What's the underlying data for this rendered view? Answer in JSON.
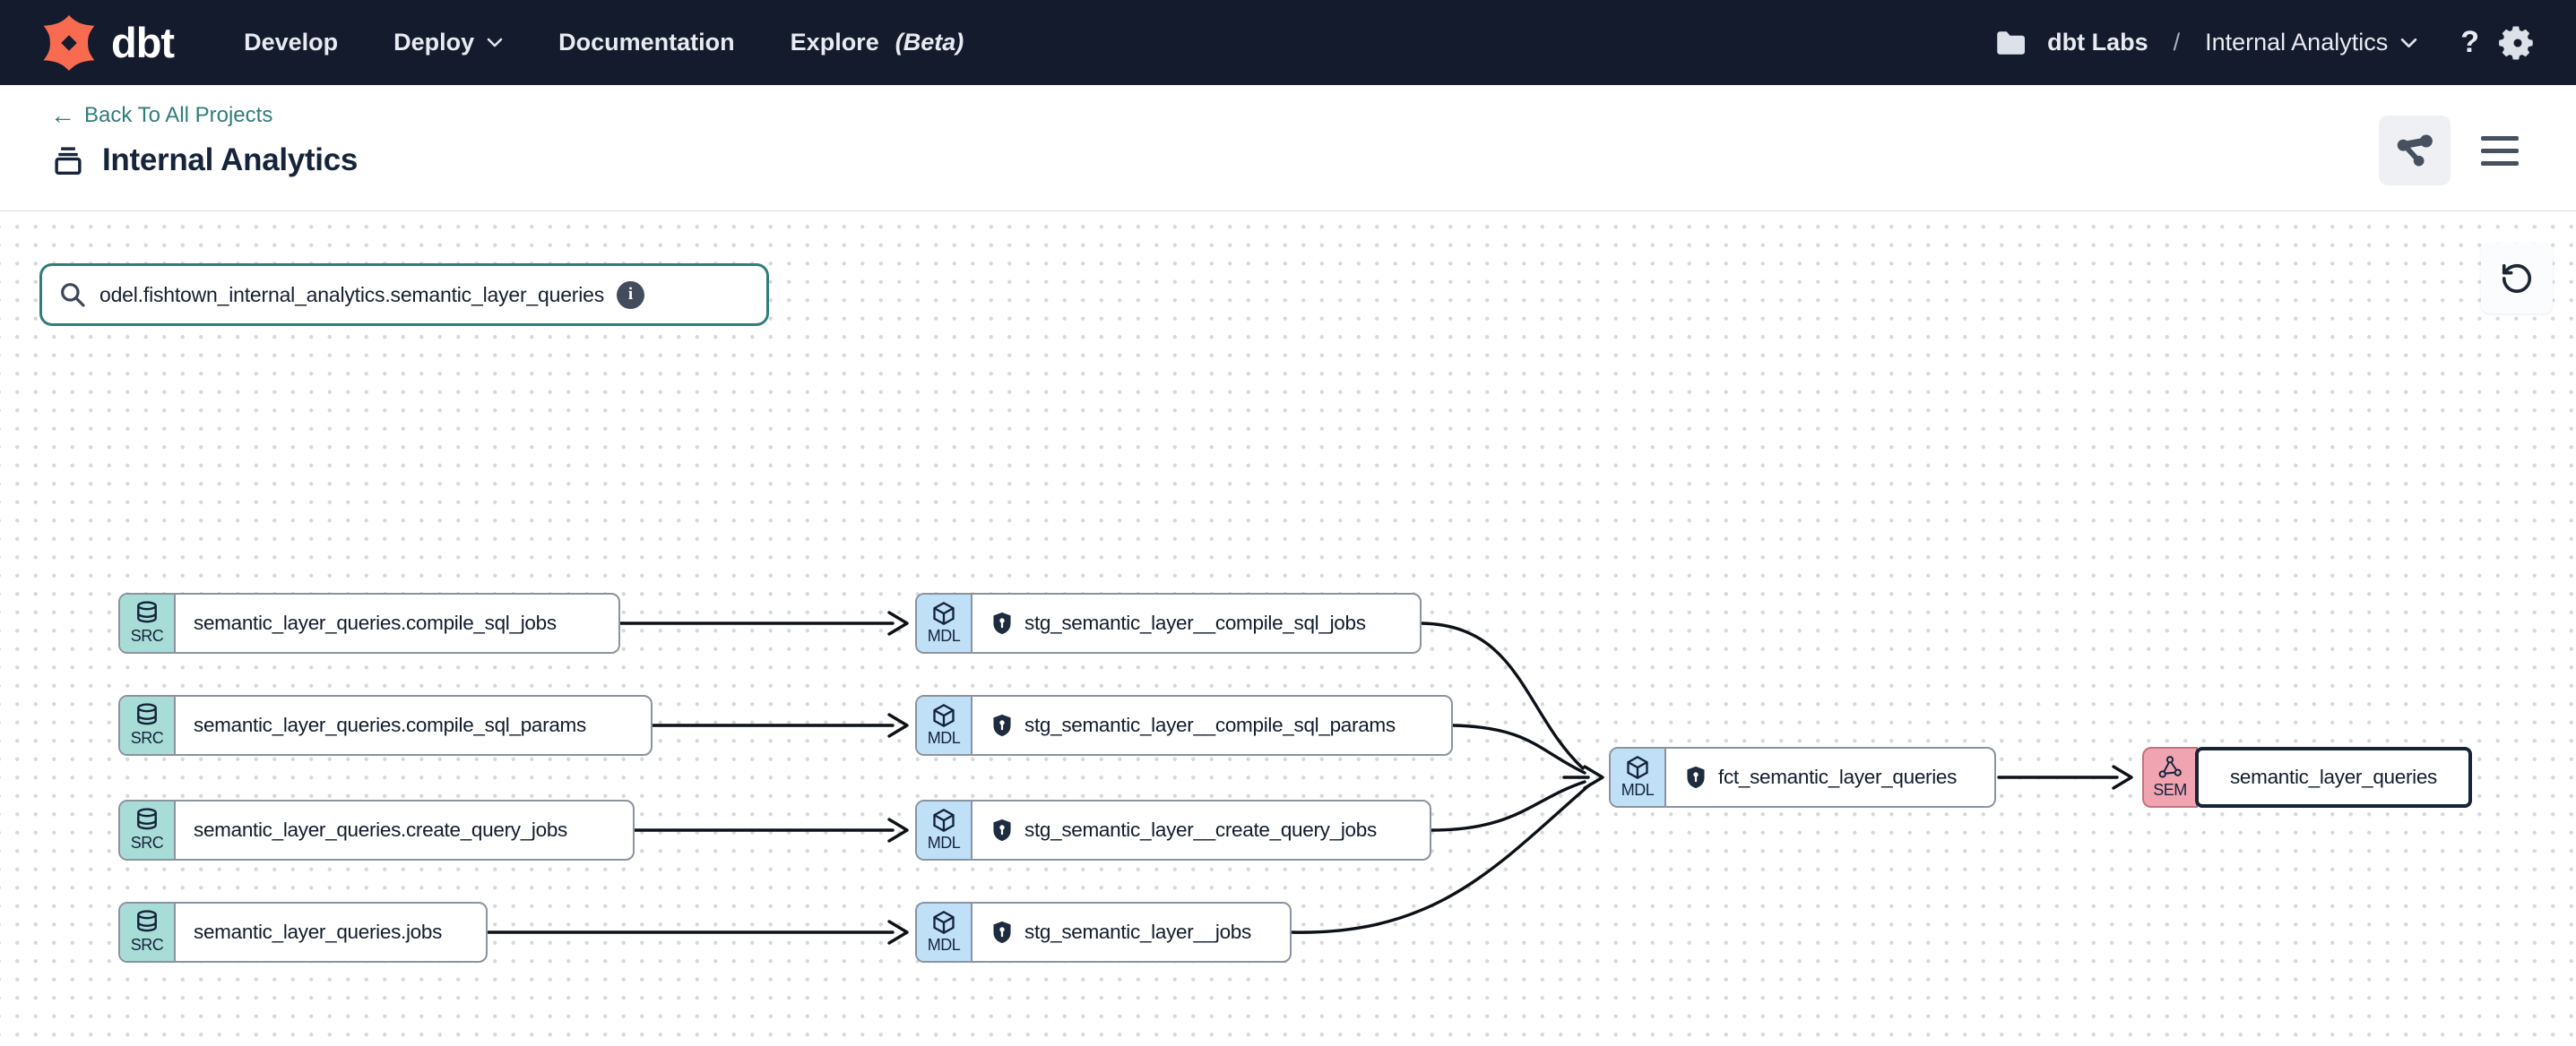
{
  "colors": {
    "navbar-bg": "#141b2c",
    "brand-orange": "#f96b51",
    "teal-link": "#2f7d7b",
    "teal-border": "#2f7d7b",
    "src-badge": "#a8dcd6",
    "mdl-badge": "#bfe0f7",
    "sem-badge": "#f0a3b0",
    "edge-color": "#0c1118"
  },
  "navbar": {
    "brand": "dbt",
    "links": [
      {
        "label": "Develop"
      },
      {
        "label": "Deploy"
      },
      {
        "label": "Documentation"
      },
      {
        "label": "Explore"
      }
    ],
    "explore_beta_suffix": "(Beta)",
    "account": "dbt Labs",
    "separator": "/",
    "project": "Internal Analytics",
    "help_glyph": "?"
  },
  "header": {
    "back_arrow": "←",
    "back_link": "Back To All Projects",
    "title": "Internal Analytics"
  },
  "toolbar": {
    "search_value": "odel.fishtown_internal_analytics.semantic_layer_queries",
    "info_glyph": "i"
  },
  "graph": {
    "nodes": [
      {
        "type": "SRC",
        "label": "semantic_layer_queries.compile_sql_jobs"
      },
      {
        "type": "SRC",
        "label": "semantic_layer_queries.compile_sql_params"
      },
      {
        "type": "SRC",
        "label": "semantic_layer_queries.create_query_jobs"
      },
      {
        "type": "SRC",
        "label": "semantic_layer_queries.jobs"
      },
      {
        "type": "MDL",
        "label": "stg_semantic_layer__compile_sql_jobs"
      },
      {
        "type": "MDL",
        "label": "stg_semantic_layer__compile_sql_params"
      },
      {
        "type": "MDL",
        "label": "stg_semantic_layer__create_query_jobs"
      },
      {
        "type": "MDL",
        "label": "stg_semantic_layer__jobs"
      },
      {
        "type": "MDL",
        "label": "fct_semantic_layer_queries"
      },
      {
        "type": "SEM",
        "label": "semantic_layer_queries"
      }
    ]
  }
}
